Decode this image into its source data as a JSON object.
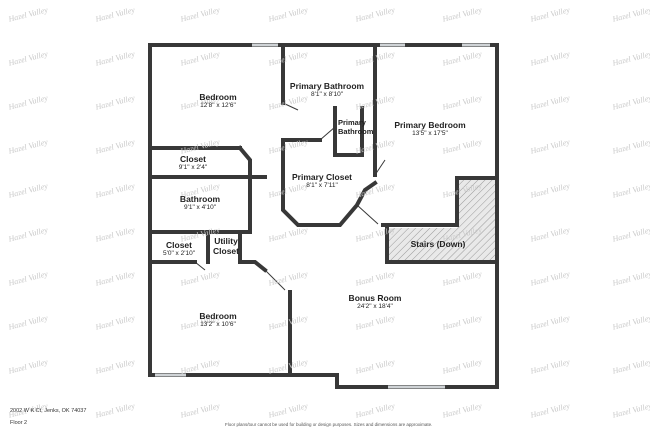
{
  "brand": {
    "name": "Hazel Valley"
  },
  "address": "2002 W K Ct, Jenks, OK 74037",
  "floor": "Floor 2",
  "disclaimer": "Floor plans/tour cannot be used for building or design purposes. Sizes and dimensions are approximate.",
  "rooms": {
    "bedroom_upper": {
      "name": "Bedroom",
      "dims": "12'8\" x 12'6\""
    },
    "primary_bathroom": {
      "name": "Primary Bathroom",
      "dims": "8'1\" x 8'10\""
    },
    "primary_bathroom_small": {
      "name": "Primary\nBathroom"
    },
    "primary_bedroom": {
      "name": "Primary Bedroom",
      "dims": "13'5\" x 17'5\""
    },
    "closet_upper": {
      "name": "Closet",
      "dims": "9'1\" x 2'4\""
    },
    "primary_closet": {
      "name": "Primary Closet",
      "dims": "8'1\" x 7'11\""
    },
    "bathroom": {
      "name": "Bathroom",
      "dims": "9'1\" x 4'10\""
    },
    "closet_lower": {
      "name": "Closet",
      "dims": "5'0\" x 2'10\""
    },
    "utility_closet": {
      "name": "Utility\nCloset"
    },
    "stairs": {
      "name": "Stairs (Down)"
    },
    "bonus_room": {
      "name": "Bonus Room",
      "dims": "24'2\" x 18'4\""
    },
    "bedroom_lower": {
      "name": "Bedroom",
      "dims": "13'2\" x 10'6\""
    }
  },
  "colors": {
    "wall": "#383838",
    "window": "#cfd3d6",
    "text": "#222222",
    "watermark": "#c9c9c9"
  }
}
